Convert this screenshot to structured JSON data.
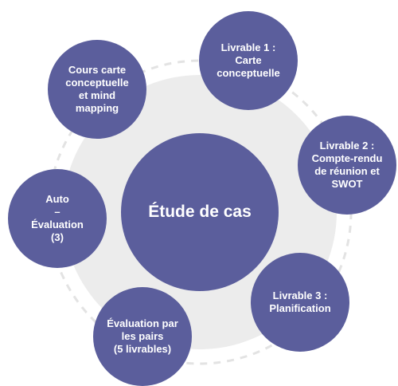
{
  "center": {
    "label": "Étude de cas"
  },
  "nodes": {
    "cours": "Cours carte\nconceptuelle\net mind\nmapping",
    "livrable1": "Livrable 1 :\nCarte\nconceptuelle",
    "livrable2": "Livrable 2 :\nCompte-rendu\nde réunion et\nSWOT",
    "livrable3": "Livrable 3 :\nPlanification",
    "pairs": "Évaluation par\nles pairs\n(5 livrables)",
    "auto": "Auto\n–\nÉvaluation\n(3)"
  },
  "colors": {
    "node_fill": "#5b5e9c",
    "node_text": "#ffffff",
    "backdrop": "#ececec",
    "ring": "#e3e3e3"
  }
}
